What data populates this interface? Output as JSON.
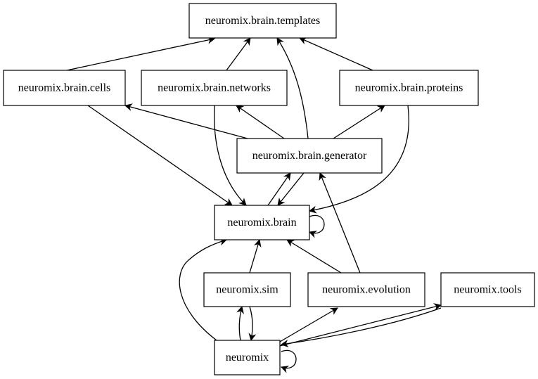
{
  "diagram": {
    "nodes": [
      {
        "id": "templates",
        "label": "neuromix.brain.templates"
      },
      {
        "id": "cells",
        "label": "neuromix.brain.cells"
      },
      {
        "id": "networks",
        "label": "neuromix.brain.networks"
      },
      {
        "id": "proteins",
        "label": "neuromix.brain.proteins"
      },
      {
        "id": "generator",
        "label": "neuromix.brain.generator"
      },
      {
        "id": "brain",
        "label": "neuromix.brain"
      },
      {
        "id": "sim",
        "label": "neuromix.sim"
      },
      {
        "id": "evolution",
        "label": "neuromix.evolution"
      },
      {
        "id": "tools",
        "label": "neuromix.tools"
      },
      {
        "id": "neuromix",
        "label": "neuromix"
      }
    ],
    "edges": [
      {
        "from": "cells",
        "to": "templates"
      },
      {
        "from": "networks",
        "to": "templates"
      },
      {
        "from": "generator",
        "to": "templates"
      },
      {
        "from": "proteins",
        "to": "templates"
      },
      {
        "from": "generator",
        "to": "cells"
      },
      {
        "from": "generator",
        "to": "networks"
      },
      {
        "from": "generator",
        "to": "proteins"
      },
      {
        "from": "cells",
        "to": "brain"
      },
      {
        "from": "networks",
        "to": "brain"
      },
      {
        "from": "proteins",
        "to": "brain"
      },
      {
        "from": "generator",
        "to": "brain"
      },
      {
        "from": "brain",
        "to": "generator"
      },
      {
        "from": "brain",
        "to": "brain"
      },
      {
        "from": "evolution",
        "to": "generator"
      },
      {
        "from": "sim",
        "to": "brain"
      },
      {
        "from": "evolution",
        "to": "brain"
      },
      {
        "from": "neuromix",
        "to": "brain"
      },
      {
        "from": "neuromix",
        "to": "sim"
      },
      {
        "from": "sim",
        "to": "neuromix"
      },
      {
        "from": "neuromix",
        "to": "evolution"
      },
      {
        "from": "neuromix",
        "to": "tools"
      },
      {
        "from": "tools",
        "to": "neuromix"
      },
      {
        "from": "neuromix",
        "to": "neuromix"
      }
    ]
  }
}
